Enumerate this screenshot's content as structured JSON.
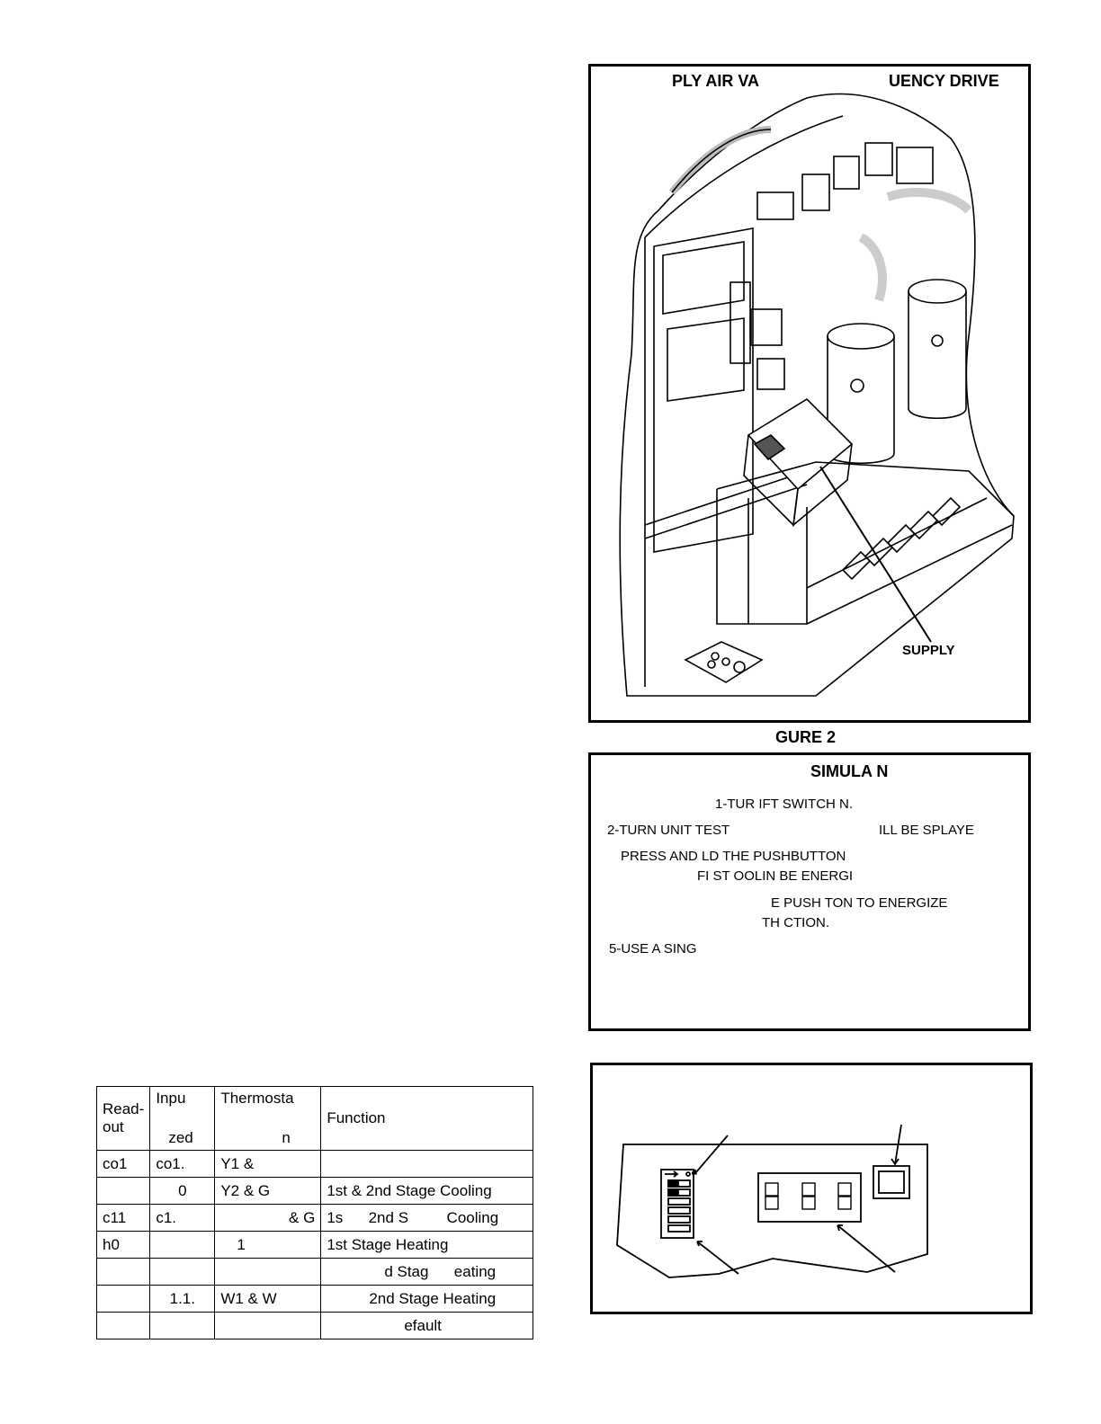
{
  "figure2": {
    "title_left": "PLY AIR VA",
    "title_right": "UENCY DRIVE",
    "label_supply": "SUPPLY",
    "caption": "GURE 2"
  },
  "simulation": {
    "title": "SIMULA     N",
    "lines": [
      "1-TUR        IFT SWITCH    N.",
      "2-TURN UNIT TEST",
      "ILL BE     SPLAYE",
      "PRESS AND      LD THE PUSHBUTTON",
      "FI        ST           OOLIN             BE ENERGI",
      "E PUSH       TON TO        ENERGIZE",
      "TH           CTION.",
      "5-USE A SING"
    ]
  },
  "readout_table": {
    "headers": {
      "readout": "Read-\nout",
      "input_top": "Inpu",
      "input_bottom": "zed",
      "thermostat_top": "Thermosta",
      "thermostat_bottom": "n",
      "function": "Function"
    },
    "rows": [
      {
        "readout": "co1",
        "input": "co1.",
        "thermostat": "Y1 &",
        "function": ""
      },
      {
        "readout": "",
        "input": "0",
        "thermostat": "Y2 & G",
        "function": "1st & 2nd Stage Cooling"
      },
      {
        "readout": "c11",
        "input": "c1.",
        "thermostat": "& G",
        "function": "1s      2nd S         Cooling"
      },
      {
        "readout": "h0",
        "input": "",
        "thermostat": "1",
        "function": "1st Stage Heating"
      },
      {
        "readout": "",
        "input": "",
        "thermostat": "",
        "function": "d Stag      eating"
      },
      {
        "readout": "",
        "input": "1.1.",
        "thermostat": "W1 & W",
        "function": "2nd Stage Heating"
      },
      {
        "readout": "",
        "input": "",
        "thermostat": "",
        "function": "efault"
      }
    ]
  }
}
